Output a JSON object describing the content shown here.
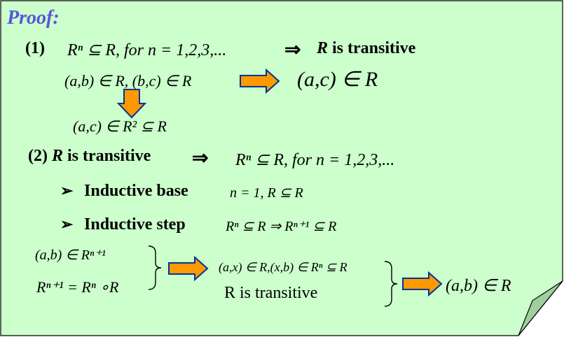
{
  "title": "Proof:",
  "part1": {
    "label": "(1)",
    "statement_math": "Rⁿ ⊆ R,   for   n = 1,2,3,...",
    "implies": "⇒",
    "conclusion_R": "R",
    "conclusion_text": " is transitive",
    "pair_line": "(a,b) ∈ R,  (b,c) ∈ R",
    "result": "(a,c) ∈ R",
    "below": "(a,c) ∈ R² ⊆ R"
  },
  "part2": {
    "label": "(2)",
    "R": "R",
    "text": " is transitive",
    "implies": "⇒",
    "statement_math": "Rⁿ ⊆ R,   for   n = 1,2,3,...",
    "base_bullet": "➢",
    "base_label": "Inductive base",
    "base_math": "n = 1,       R ⊆ R",
    "step_bullet": "➢",
    "step_label": "Inductive step",
    "step_math": "Rⁿ ⊆ R     ⇒     Rⁿ⁺¹ ⊆ R",
    "left1": "(a,b) ∈ Rⁿ⁺¹",
    "left2": "Rⁿ⁺¹ = Rⁿ ∘R",
    "mid1": "(a,x) ∈ R,(x,b) ∈ Rⁿ ⊆ R",
    "mid2": "R is transitive",
    "final": "(a,b) ∈ R"
  },
  "colors": {
    "background": "#ccffcc",
    "border": "#000000",
    "title": "#5656d8",
    "arrow_fill": "#ff9900",
    "arrow_stroke": "#003399"
  }
}
